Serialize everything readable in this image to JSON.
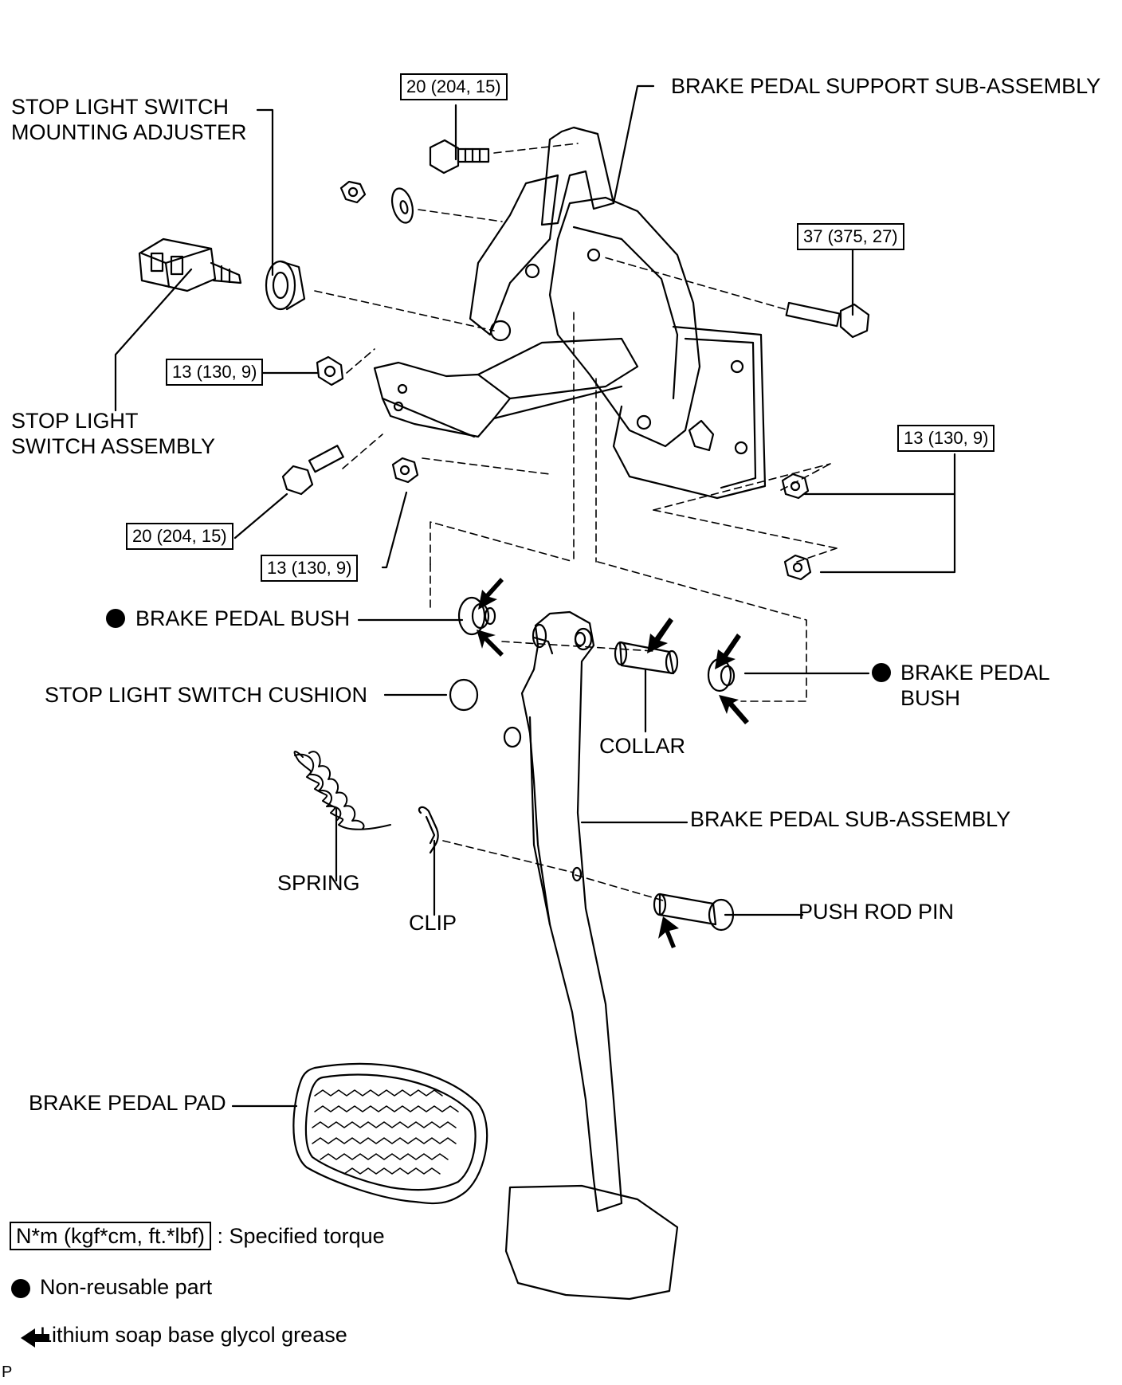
{
  "labels": {
    "adjuster": "STOP LIGHT SWITCH\nMOUNTING ADJUSTER",
    "support": "BRAKE PEDAL SUPPORT SUB-ASSEMBLY",
    "switch_assembly": "STOP LIGHT\nSWITCH ASSEMBLY",
    "bush_left": "BRAKE PEDAL BUSH",
    "bush_right": "BRAKE PEDAL\nBUSH",
    "cushion": "STOP LIGHT SWITCH CUSHION",
    "collar": "COLLAR",
    "pedal": "BRAKE PEDAL SUB-ASSEMBLY",
    "spring": "SPRING",
    "clip": "CLIP",
    "push_rod_pin": "PUSH ROD PIN",
    "pad": "BRAKE PEDAL PAD",
    "corner_mark": "P"
  },
  "torques": {
    "top_bolt": "20 (204, 15)",
    "long_bolt": "37 (375, 27)",
    "upper_nut": "13 (130, 9)",
    "right_nuts": "13 (130, 9)",
    "lower_bolt": "20 (204, 15)",
    "lower_nut": "13 (130, 9)"
  },
  "legend": {
    "torque_box": "N*m (kgf*cm, ft.*lbf)",
    "torque_text": ": Specified torque",
    "nonreusable": "Non-reusable part",
    "grease": "Lithium soap base glycol grease"
  }
}
